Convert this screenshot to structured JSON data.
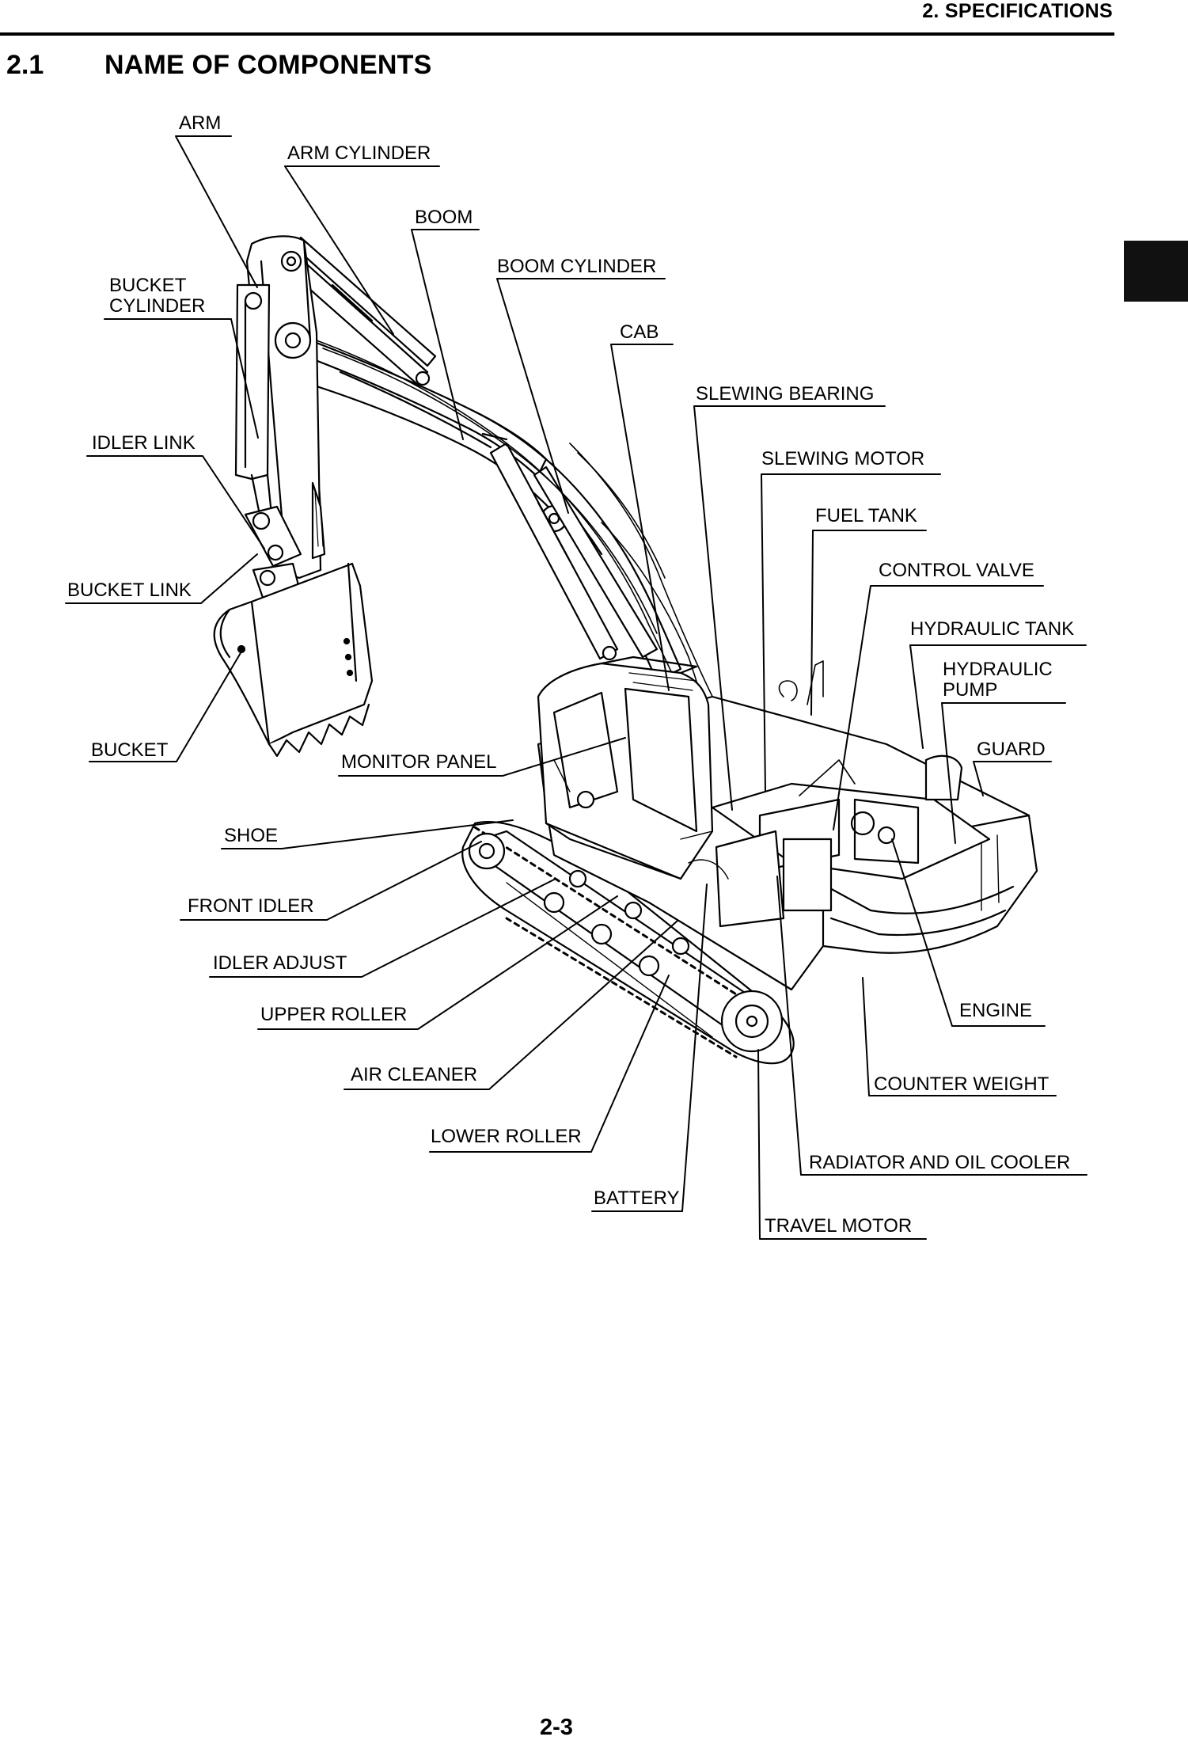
{
  "header": {
    "chapter": "2. SPECIFICATIONS"
  },
  "section": {
    "number": "2.1",
    "title": "NAME OF COMPONENTS"
  },
  "labels": {
    "arm": "ARM",
    "arm_cylinder": "ARM CYLINDER",
    "boom": "BOOM",
    "bucket_cylinder_1": "BUCKET",
    "bucket_cylinder_2": "CYLINDER",
    "boom_cylinder": "BOOM CYLINDER",
    "cab": "CAB",
    "slewing_bearing": "SLEWING BEARING",
    "idler_link": "IDLER LINK",
    "slewing_motor": "SLEWING MOTOR",
    "fuel_tank": "FUEL TANK",
    "control_valve": "CONTROL VALVE",
    "bucket_link": "BUCKET LINK",
    "hydraulic_tank": "HYDRAULIC TANK",
    "hydraulic_pump_1": "HYDRAULIC",
    "hydraulic_pump_2": "PUMP",
    "bucket": "BUCKET",
    "monitor_panel": "MONITOR PANEL",
    "guard": "GUARD",
    "shoe": "SHOE",
    "front_idler": "FRONT IDLER",
    "idler_adjust": "IDLER ADJUST",
    "upper_roller": "UPPER ROLLER",
    "engine": "ENGINE",
    "air_cleaner": "AIR CLEANER",
    "counter_weight": "COUNTER WEIGHT",
    "lower_roller": "LOWER ROLLER",
    "radiator_oil_cooler": "RADIATOR AND OIL COOLER",
    "battery": "BATTERY",
    "travel_motor": "TRAVEL MOTOR"
  },
  "footer": {
    "page_number": "2-3"
  }
}
